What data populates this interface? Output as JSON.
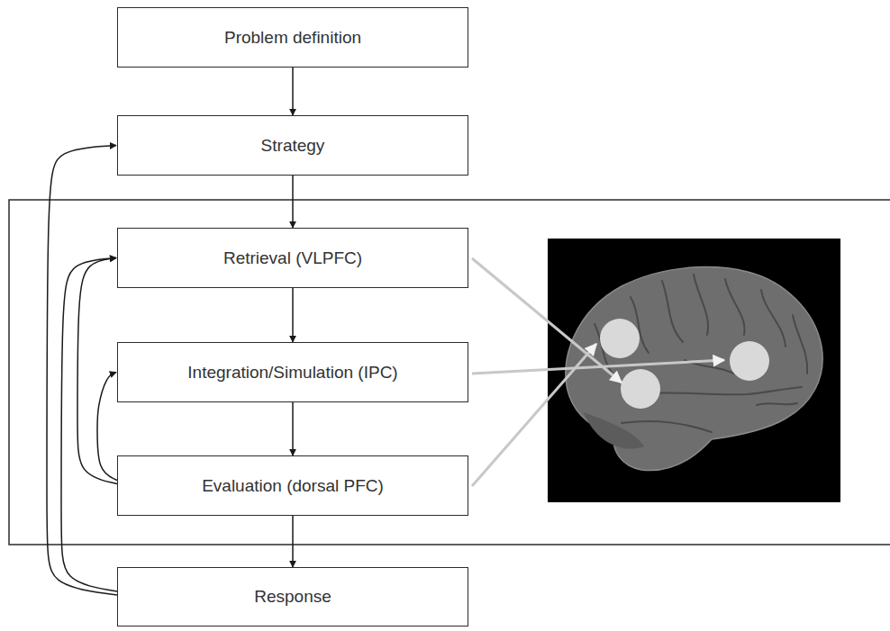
{
  "diagram": {
    "nodes": [
      {
        "text": [
          "Problem definition"
        ]
      },
      {
        "text": [
          "Strategy"
        ]
      },
      {
        "text": [
          "Retrieval (VLPFC)"
        ]
      },
      {
        "text": [
          "Integration/Simulation (IPC)"
        ]
      },
      {
        "text": [
          "Evaluation (dorsal PFC)"
        ]
      },
      {
        "text": [
          "Response"
        ]
      }
    ],
    "edges": [
      {
        "from": 0,
        "to": 1,
        "arrow": "to"
      },
      {
        "from": 1,
        "to": 2,
        "arrow": "to"
      },
      {
        "from": 2,
        "to": 3,
        "arrow": "to"
      },
      {
        "from": 3,
        "to": 4,
        "arrow": "to"
      },
      {
        "from": 4,
        "to": 5,
        "arrow": "to"
      },
      {
        "from": 5,
        "to": 1,
        "arrow": "to"
      },
      {
        "from": 5,
        "to": 2,
        "arrow": "to"
      },
      {
        "from": 4,
        "to": 2,
        "arrow": "to"
      },
      {
        "from": 4,
        "to": 3,
        "arrow": "to"
      }
    ]
  }
}
